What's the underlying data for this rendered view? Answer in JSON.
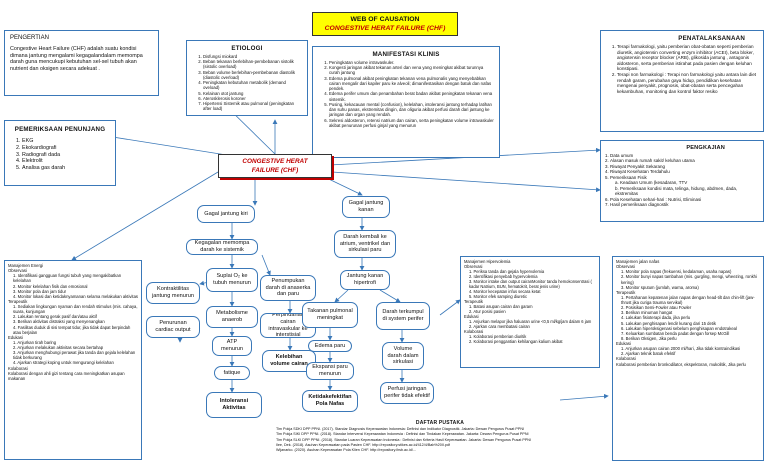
{
  "title": {
    "line1": "WEB OF CAUSATION",
    "line2": "CONGESTIVE HERAT FAILURE (CHF)"
  },
  "center": {
    "line1": "CONGESTIVE HERAT",
    "line2": "FAILURE (CHF)"
  },
  "pengertian": {
    "heading": "PENGERTIAN",
    "text": "Congestive Heart Failure (CHF) adalah suatu kondisi dimana jantung mengalami kegagalandalam memompa darah guna mencukupi kebutuhan sel-sel tubuh akan nutrient dan oksigen secara adekuat ."
  },
  "etiologi": {
    "heading": "ETIOLOGI",
    "items": [
      "Disfungsi miokard",
      "Beban tekanan berlebihan-pembebanan sistolik (sistolic overload)",
      "Beban volume berlebihan-pembebanan diastolik (diastolic overload)",
      "Peningkatan kebutuhan metabolik (demand oveload)",
      "Kelainan otot jantung",
      "Aterosklerosis koroner",
      "Hipertensi Sistemik atau pulmonal (peningkatan after load)"
    ]
  },
  "manifestasi": {
    "heading": "MANIFESTASI KLINIS",
    "items": [
      "Peningkatan volume intravaskuler.",
      "Kongesti jaringan akibat tekanan arteri dan vena yang meningkat akibat turunnya curah jantung",
      "Edema pulmonal akibat peningkatan tekanan vena pulmonalis yang menyebabkan cairan mengalir dari kapiler paru ke alveoli; dimanifestasikan dengan batuk dan nafas pendek.",
      "Edema perifer umum dan penambahan berat badan akibat peningkatan tekanan vena sistemik.",
      "Pusing, kekacauan mental (confusion), kelelahan, intoleransi jantung terhadap latihan dan suhu panas, ekstremitas dingin, dan oliguria akibat perfusi darah dari jantung ke jaringan dan organ yang rendah.",
      "Sekresi aldosteron, retensi natrium dan cairan, serta peningkatan volume intravaskuler akibat penurunan perfusi ginjal yang menurun"
    ]
  },
  "penatalaksanaan": {
    "heading": "PENATALAKSANAAN",
    "items": [
      "Terapi farmakologi, yaitu pemberian obat-obatan seperti pemberian diuretik, angiotensin converting enzym inhibitor (ACEI), beta bloker, angiotensin receptor blocker (ARB), glikosida jantung , antagonis aldosteron, serta pemberian istirahat pada pasien dengan keluhan konstipasi.",
      "Terapi non farmakologi : Terapi non farmakologi yaitu antara lain diet rendah garam, perubahan gaya hidup, pendidikan kesehatan mengenai penyakit, prognosis, obat-obatan serta pencegahan kekambuhan, monitoring dan kontrol faktor resiko"
    ]
  },
  "pemeriksaan": {
    "heading": "PEMERIKSAAN PENUNJANG",
    "items": [
      "EKG",
      "Ekokardiografi",
      "Radiografi dada",
      "Elektrolit",
      "Analisa gas darah"
    ]
  },
  "pengkajian": {
    "heading": "PENGKAJIAN",
    "items": [
      "Data umum",
      "Alasan masuk rumah sakit/ keluhan utama",
      "Riwayat Penyakit Sekarang",
      "Riwayat Kesehatan Terdahulu",
      "Pemeriksaan Fisik",
      "a. Keadaan Umum (kesadaran, TTV",
      "b. Pemeriksaan kondisi mata, telinga, hidung, abdmen, dada, ekstremitas",
      "Pola Kesehatan sehari-hari : Nutrisi, Eliminasi",
      "Hasil pemeriksaan diagnostik"
    ]
  },
  "energi": {
    "lines": [
      "Manajemen Energi",
      "Observasi",
      "1. Identifikasi gangguan fungsi tubuh yang mengakibatkan kelelahan",
      "2. Monitor kelelahan fisik dan emosional",
      "3. Monitor pola dan jam tidur",
      "4. Monitor lokasi dan ketidaknyamanan selama melakukan aktivitas",
      "Terapeutik",
      "1. Sediakan lingkungan nyaman dan rendah stimulus (mis. cahaya, suara, kunjungan",
      "2. Lakukan rentang gerak pasif dan/atau aktif",
      "3. Berikan aktivitas distraksi yang menyenangkan",
      "4. Fasilitas duduk di sisi tempat tidur, jika tidak dapat berpindah atau berjalan",
      "Edukasi",
      "1. Anjurkan tirah baring",
      "2. Anjurkan melakukan aktivitas secara bertahap",
      "3. Anjurkan menghubungi perawat jika tanda dan gejala kelelahan tidak berkurang",
      "4. Ajarkan strategi koping untuk mengurangi kelelahan",
      "Kolaborasi",
      "Kolaborasi dengan ahli gizi tentang cara meningkatkan asupan makanan"
    ]
  },
  "hipervolemia": {
    "lines": [
      "Manajemen Hipervolemia",
      "Observasi",
      "1. Periksa tanda dan gejala hypervolemia",
      "2. Identifikasi penyebab hypervolemia",
      "3. Monitor intake dan output cairanMonitor tanda hemokonsentrasi ( kadar Natrium, BUN, hematokrit, berat jenis urine)",
      "4. Monitor kecepatan infus secara ketat",
      "5. Monitor efek samping diuretic",
      "Terapeutik",
      "1. Batasi asupan cairan dan garam",
      "2. Atur posisi pasien",
      "Edukasi",
      "1. Anjurkan melapor jika haluaran urine <0,5 ml/kg/jam dalam 6 jam",
      "2. Ajarkan cara membatasi cairan",
      "Kolaborasi",
      "1. Kolaborasi pemberian diuritik",
      "2. Kolaborasi penggantian kehilangan kalium akibat"
    ]
  },
  "jalan_nafas": {
    "lines": [
      "Manajemen jalan nafas",
      "Observasi",
      "1. Monitor pola napas (frekuensi, kedalaman, usaha napas)",
      "2. Monitor bunyi napas tambahan (mis. gurgling, mengi, wheezing, ronkhi kering)",
      "3. Monitor sputum (jumlah, warna, aroma)",
      "Terapeutik",
      "1. Pertahanan kepatenan jalan napas dengan head-tilt dan chin-lift (jaw-thrust jika curiga trauma servikal)",
      "2. Posisikan Semi-Fowler atau Fowler",
      "3. Berikan minuman hangat",
      "4. Lakukan fisioterapi dada, jika perlu",
      "5. Lakukan penghisapan lendir kurang dari 15 detik",
      "6. Lakukan hiperoksigenasi sebelum penghisapan endotrakeal",
      "7. Keluarkan sumbatan benda padat dengan forsep McGill",
      "8. Berikan Oksigen, Jika perlu",
      "Edukasi",
      "1. Anjurkan asupan cairan 2000 ml/hari, Jika tidak kontraindikasi",
      "2. Ajarkan teknik batuk efektif",
      "Kolaborasi",
      "Kolaborasi pemberian bronkodilator, ekspektoran, mukolitik, Jika perlu"
    ]
  },
  "flow": {
    "gagal_kiri": "Gagal jantung kiri",
    "kegagalan": "Kegagalan memompa darah ke sistemik",
    "suplai": "Suplai O₂ ke tubuh menurun",
    "kontraktilitas": "Kontraktilitas jantung menurun",
    "penurunan_co": "Penurunan cardiac output",
    "metabolisme": "Metabolisme anaerob",
    "atp": "ATP menurun",
    "fatique": "fatique",
    "intoleransi": "Intoleransi Aktivitas",
    "penumpukan": "Penumpukan darah di anaserka dan paru",
    "perpindahan": "Perpindahan cairan intravaskular ke interstisial",
    "kelebihan": "Kelebihan volume cairan",
    "gagal_kanan": "Gagal jantung kanan",
    "darah_kembali": "Darah kembali ke atrium, ventrikel dan sirkulasi paru",
    "hipertrofi": "Jantung kanan hipertrofi",
    "takanan": "Takanan pulmonal meningkat",
    "edema": "Edema paru",
    "ekspansi": "Ekspansi paru menurun",
    "nafas": "Ketidakefektifan Pola Nafas",
    "terkumpul": "Darah terkumpul di system perifer",
    "volume": "Volume darah dalam sirkulasi",
    "perfusi": "Perfusi jaringan perifer tidak efektif"
  },
  "pustaka": {
    "heading": "DAFTAR PUSTAKA",
    "lines": [
      "Tim Pokja SDKI DPP PPNI. (2017). Standar Diagnosis Keperawatan Indonesia: Definisi dan Indikator Diagnostik. Jakarta: Dewan Pengurus Pusat PPNI",
      "Tim Pokja SIKI DPP PPNI. (2018). Standar Intervensi Keperawatan Indonesia : Definisi dan Tindakan Keperawatan. Jakarta: Dewan Pengurus Pusat PPNI",
      "Tim Pokja SLKI DPP PPNI. (2018). Standar Luaran Keperawatan Indonesia : Definisi dan Kriteria Hasil Keperawatan. Jakarta: Dewan Pengurus Pusat PPNI",
      "Ilee, Dek. (2018). Asuhan Keperawatan pada Pasien CHF. http://repository.stikes.ac.id/412/4/Bab%20II.pdf",
      "Wijanarko. (2020). Asuhan Keperawatan Pola Klien CHF. http://repository.ihsb.ac.id/..."
    ]
  }
}
